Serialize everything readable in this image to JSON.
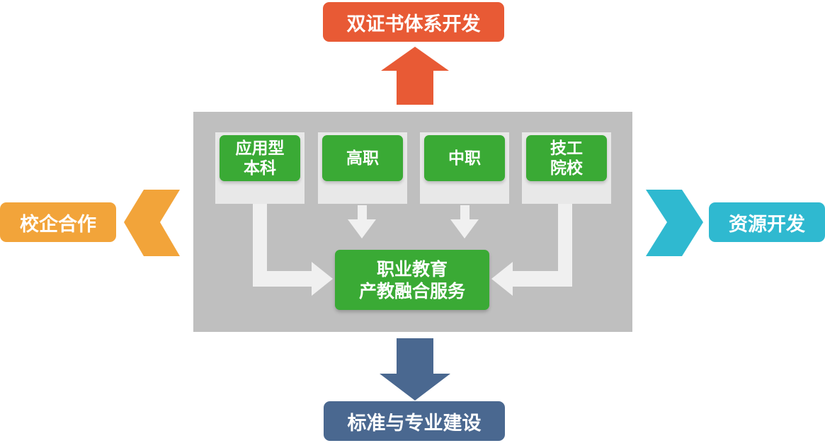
{
  "top_label": "双证书体系开发",
  "left_label": "校企合作",
  "right_label": "资源开发",
  "bottom_label": "标准与专业建设",
  "cards": [
    {
      "line1": "应用型",
      "line2": "本科"
    },
    {
      "line1": "高职",
      "line2": ""
    },
    {
      "line1": "中职",
      "line2": ""
    },
    {
      "line1": "技工",
      "line2": "院校"
    }
  ],
  "center": {
    "line1": "职业教育",
    "line2": "产教融合服务"
  },
  "colors": {
    "top": "#e85a35",
    "left": "#f2a43a",
    "right": "#2fb9d0",
    "bottom": "#4a6890",
    "card_green": "#3aaa35",
    "panel": "#bfbfbf"
  }
}
